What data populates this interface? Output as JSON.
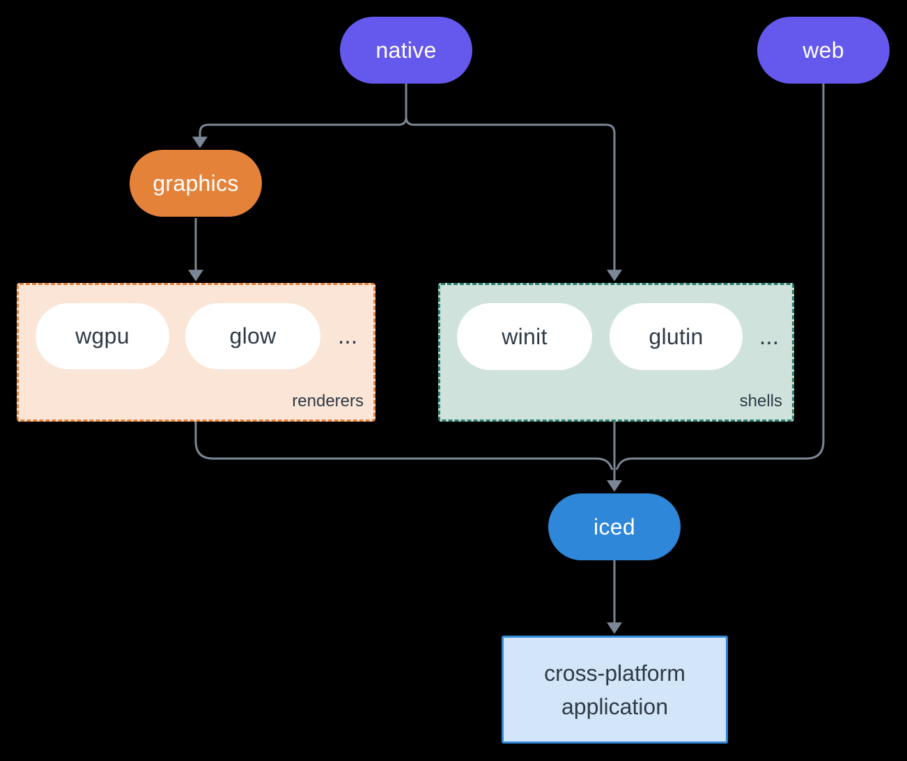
{
  "colors": {
    "canvas": "#000000",
    "line": "#7b8794",
    "ink": "#2e3a46",
    "purple": "#6459ec",
    "orange": "#e5823a",
    "blue": "#2e87d8",
    "peach": "#fbe5d6",
    "tealbg": "#cfe2db",
    "tealborder": "#2b7f70",
    "appbg": "#d3e5f8",
    "appborder": "#3288d6",
    "pillbg": "#ffffff"
  },
  "nodes": {
    "native": "native",
    "web": "web",
    "graphics": "graphics",
    "iced": "iced"
  },
  "groups": {
    "renderers": {
      "label": "renderers",
      "items": [
        "wgpu",
        "glow"
      ],
      "more": "..."
    },
    "shells": {
      "label": "shells",
      "items": [
        "winit",
        "glutin"
      ],
      "more": "..."
    }
  },
  "application": {
    "line1": "cross-platform",
    "line2": "application"
  }
}
